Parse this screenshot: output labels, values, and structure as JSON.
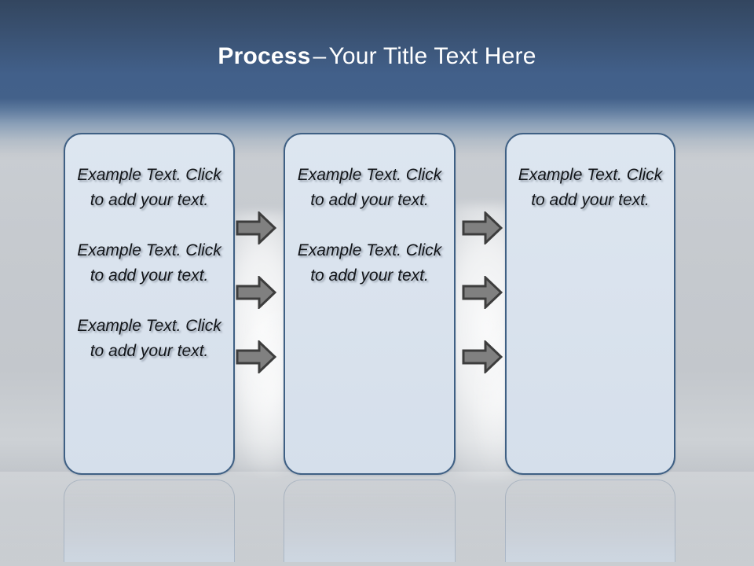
{
  "slide": {
    "title": {
      "bold_part": "Process",
      "dash": "–",
      "rest": "Your Title Text Here"
    },
    "colors": {
      "header_top": "#33465f",
      "header_mid": "#43618a",
      "background": "#c9cdd2",
      "box_fill": "#dce5ef",
      "box_border": "#3f6084",
      "arrow_fill": "#808080",
      "arrow_stroke": "#3d3d3d",
      "title_text": "#ffffff",
      "body_text": "#111418"
    },
    "columns": [
      {
        "id": "box-1",
        "blocks": [
          "Example Text. Click  to add your text.",
          "Example Text. Click  to add your text.",
          "Example Text. Click  to add your text."
        ]
      },
      {
        "id": "box-2",
        "blocks": [
          "Example Text. Click  to add your text.",
          "Example Text. Click  to add your text."
        ]
      },
      {
        "id": "box-3",
        "blocks": [
          "Example Text. Click  to add your text."
        ]
      }
    ],
    "arrow_groups": [
      {
        "id": "arrows-gap-1",
        "count": 3,
        "direction": "right"
      },
      {
        "id": "arrows-gap-2",
        "count": 3,
        "direction": "right"
      }
    ]
  }
}
